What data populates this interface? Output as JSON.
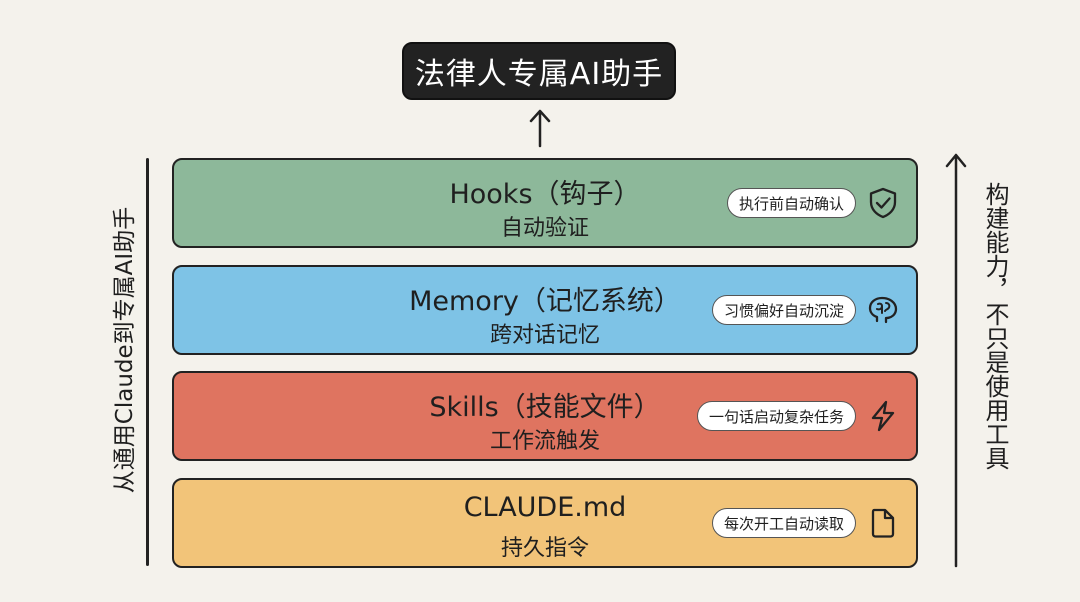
{
  "title": "法律人专属AI助手",
  "left_label": "从通用Claude到专属AI助手",
  "right_label": "构建能力，不只是使用工具",
  "layers": [
    {
      "title": "Hooks（钩子）",
      "subtitle": "自动验证",
      "tag": "执行前自动确认",
      "icon": "shield-check-icon",
      "color": "#8db89a"
    },
    {
      "title": "Memory（记忆系统）",
      "subtitle": "跨对话记忆",
      "tag": "习惯偏好自动沉淀",
      "icon": "brain-icon",
      "color": "#7ec3e6"
    },
    {
      "title": "Skills（技能文件）",
      "subtitle": "工作流触发",
      "tag": "一句话启动复杂任务",
      "icon": "lightning-icon",
      "color": "#df7460"
    },
    {
      "title": "CLAUDE.md",
      "subtitle": "持久指令",
      "tag": "每次开工自动读取",
      "icon": "document-icon",
      "color": "#f2c479"
    }
  ]
}
